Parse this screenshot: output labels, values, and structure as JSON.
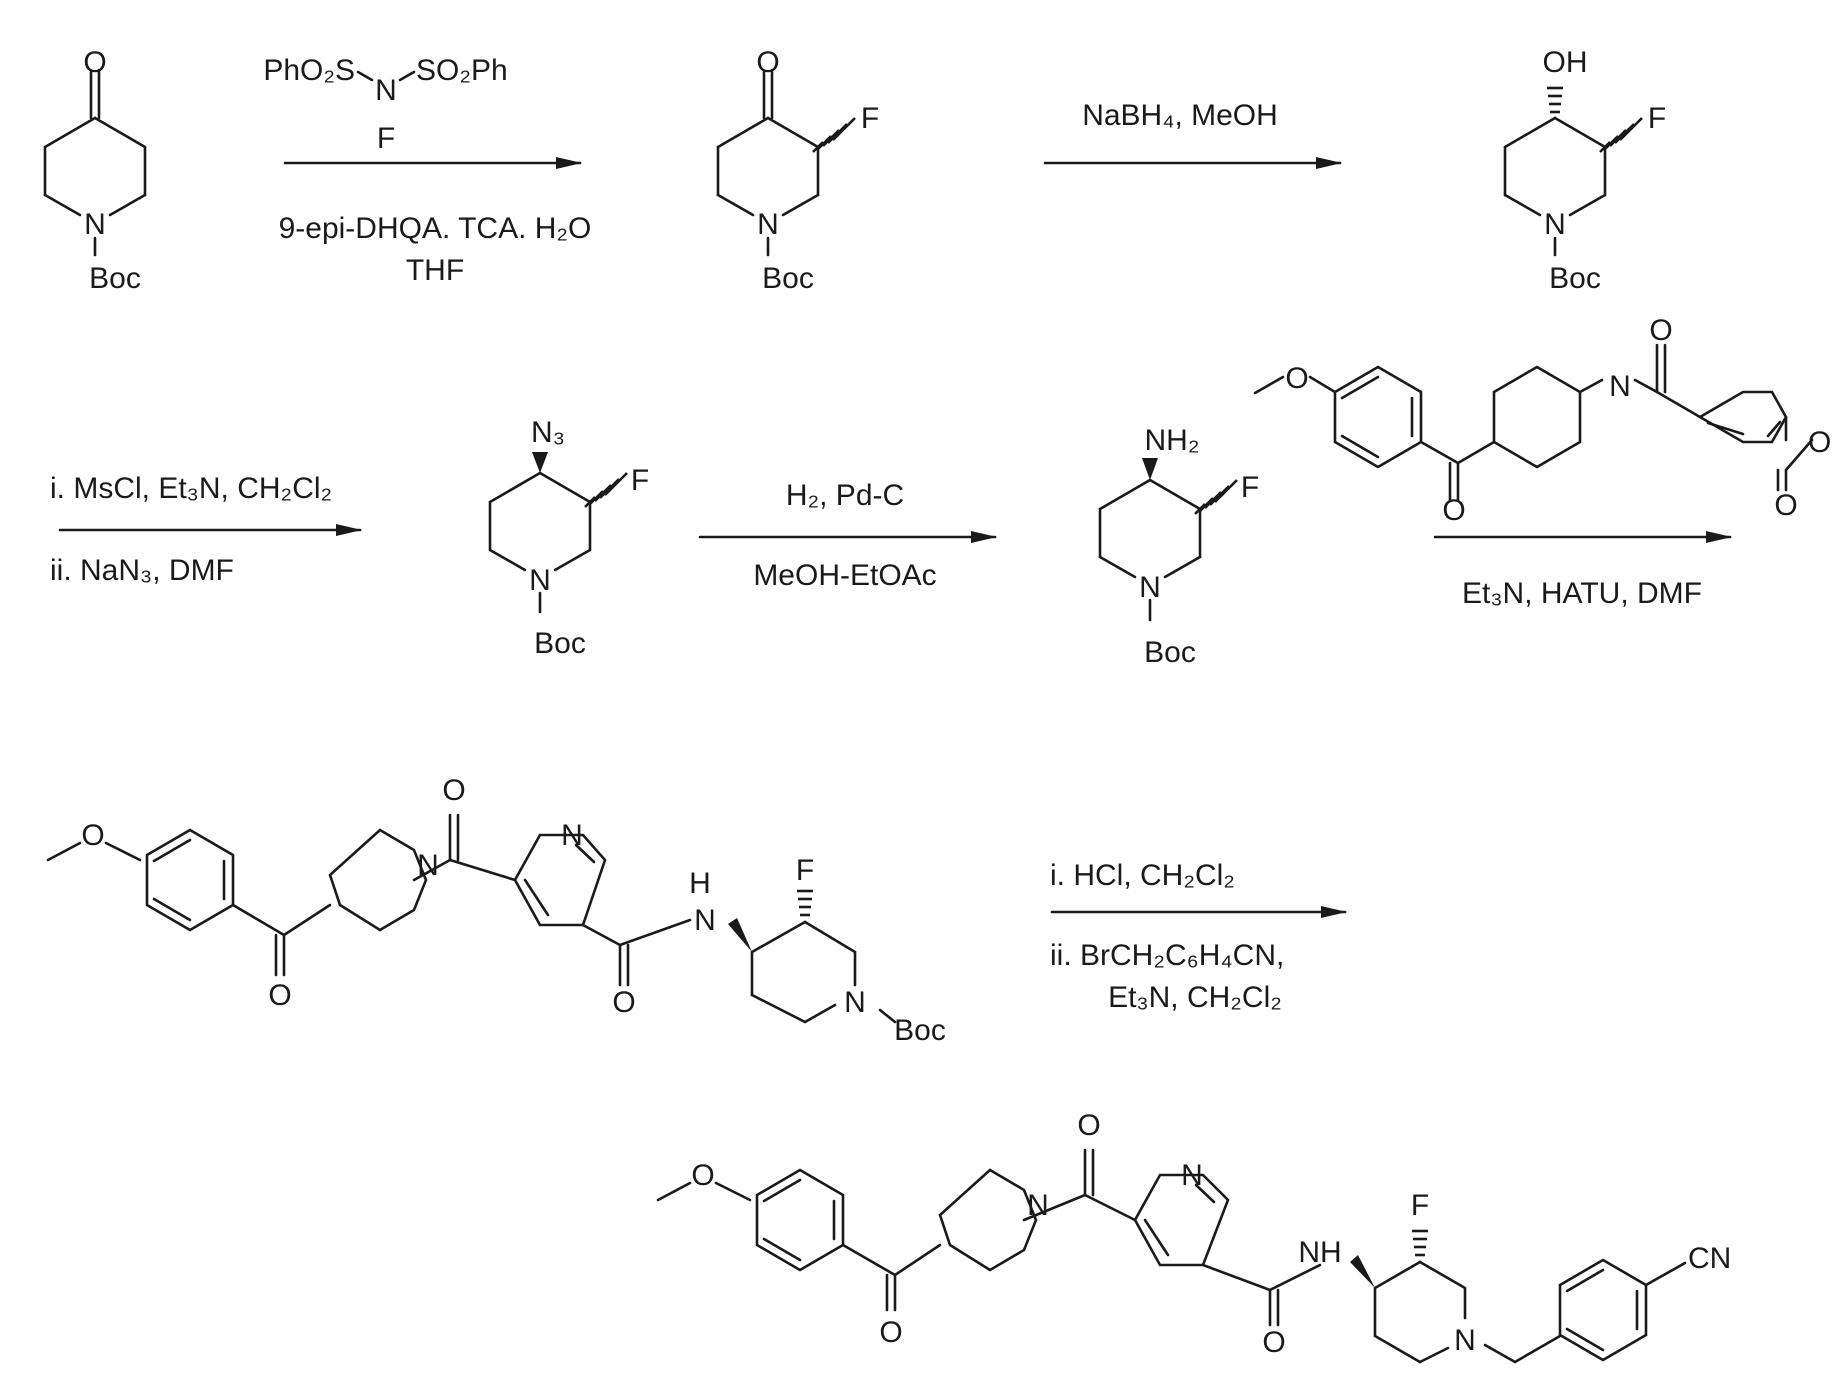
{
  "reactions": [
    {
      "above": "",
      "below": "9-epi-DHQA. TCA. H₂O",
      "below2": "THF",
      "reagent_struct": {
        "left": "PhO₂S",
        "center": "N",
        "right": "SO₂Ph",
        "bottom": "F"
      }
    },
    {
      "above": "NaBH₄, MeOH",
      "below": ""
    },
    {
      "above": "i.  MsCl, Et₃N, CH₂Cl₂",
      "below": "ii. NaN₃, DMF"
    },
    {
      "above": "H₂, Pd-C",
      "below": "MeOH-EtOAc"
    },
    {
      "above": "",
      "below": "Et₃N, HATU, DMF"
    },
    {
      "above": "i.  HCl, CH₂Cl₂",
      "below": "ii. BrCH₂C₆H₄CN,",
      "below2": "Et₃N, CH₂Cl₂"
    }
  ],
  "atoms": {
    "O": "O",
    "N": "N",
    "F": "F",
    "H": "H",
    "OH": "OH",
    "NH": "NH",
    "Boc": "Boc",
    "N3": "N₃",
    "NH2": "NH₂",
    "CN": "CN"
  }
}
